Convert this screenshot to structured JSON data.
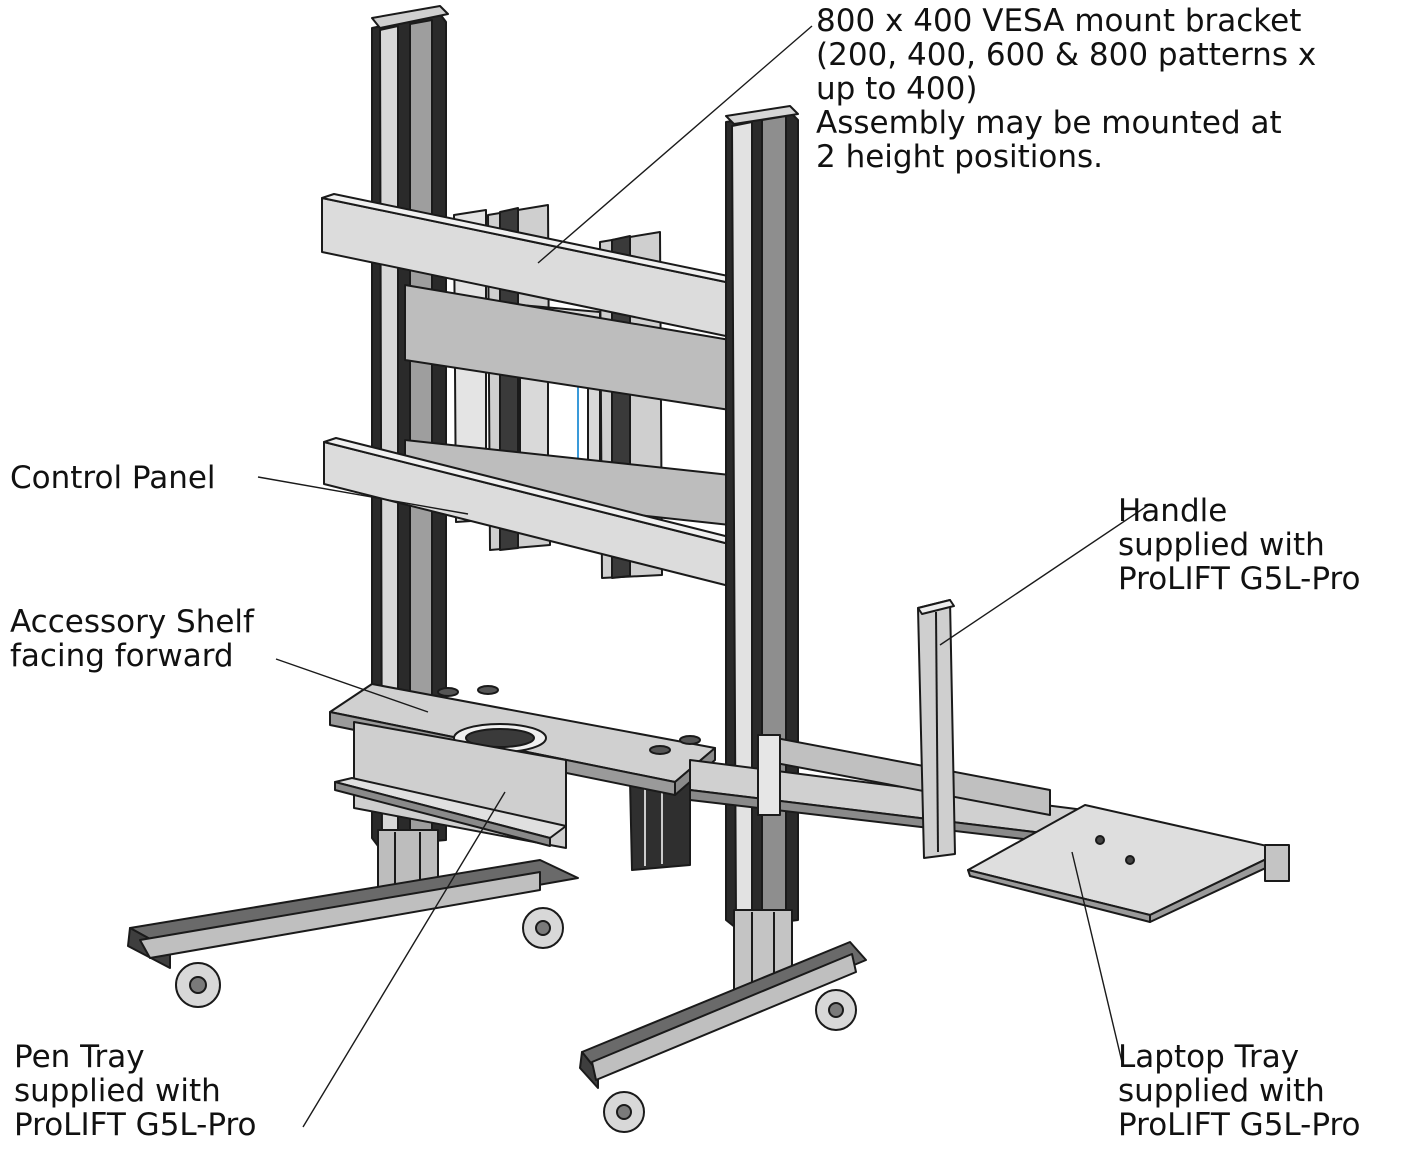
{
  "callouts": {
    "vesa": {
      "lines": [
        "800 x 400 VESA mount bracket",
        "(200, 400, 600 & 800 patterns x",
        "up to 400)",
        "Assembly may be mounted at",
        "2 height positions."
      ]
    },
    "control_panel": {
      "lines": [
        "Control Panel"
      ]
    },
    "accessory_shelf": {
      "lines": [
        "Accessory Shelf",
        "facing forward"
      ]
    },
    "handle": {
      "lines": [
        "Handle",
        "supplied with",
        "ProLIFT G5L-Pro"
      ]
    },
    "pen_tray": {
      "lines": [
        "Pen Tray",
        "supplied with",
        "ProLIFT G5L-Pro"
      ]
    },
    "laptop_tray": {
      "lines": [
        "Laptop Tray",
        "supplied with",
        "ProLIFT G5L-Pro"
      ]
    }
  },
  "colors": {
    "line": "#1a1a1a",
    "metal_light": "#e6e6e6",
    "metal_mid": "#bdbdbd",
    "metal_dark": "#5a5a5a",
    "column_black": "#222222",
    "accent_blue": "#3a9ad9"
  }
}
